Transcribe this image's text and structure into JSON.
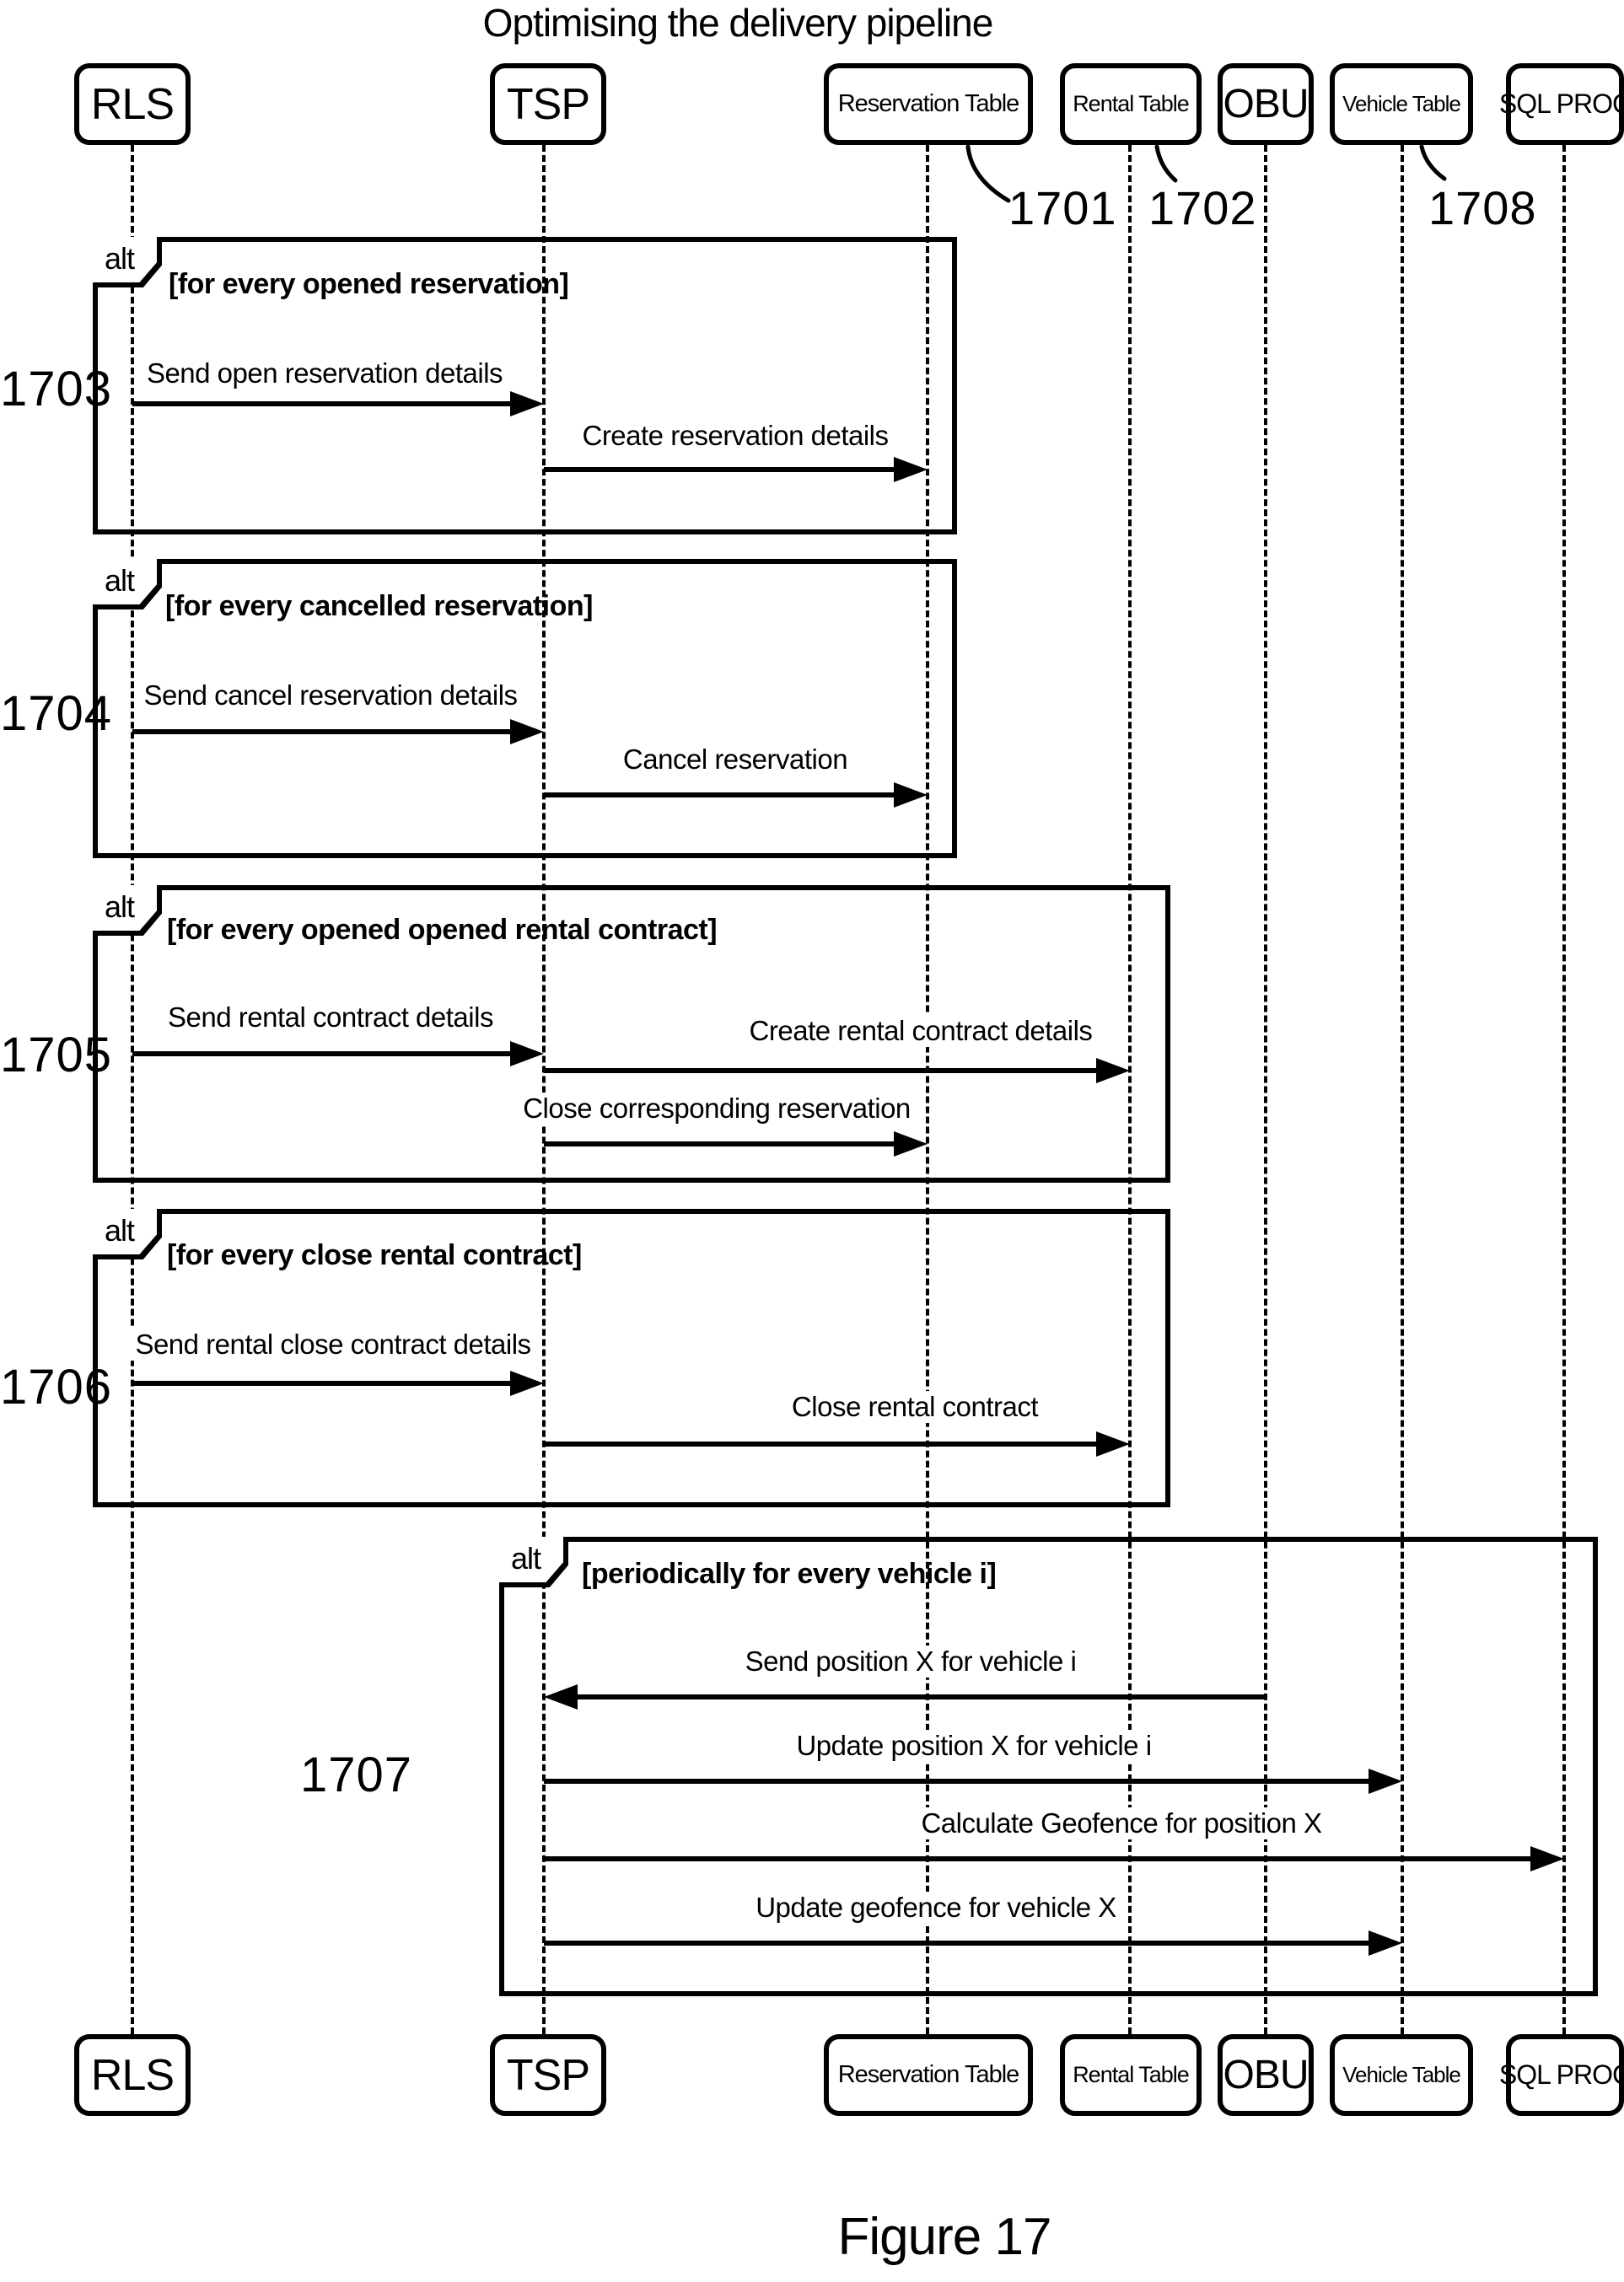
{
  "title": "Optimising the delivery pipeline",
  "figure_caption": "Figure 17",
  "colors": {
    "ink": "#000000",
    "background": "#ffffff"
  },
  "actors": [
    {
      "id": "rls",
      "label": "RLS"
    },
    {
      "id": "tsp",
      "label": "TSP"
    },
    {
      "id": "reservation-table",
      "label": "Reservation Table"
    },
    {
      "id": "rental-table",
      "label": "Rental Table"
    },
    {
      "id": "obu",
      "label": "OBU"
    },
    {
      "id": "vehicle-table",
      "label": "Vehicle Table"
    },
    {
      "id": "sql-proc",
      "label": "SQL PROC"
    }
  ],
  "callouts": [
    {
      "label": "1701",
      "points_to": "Reservation Table"
    },
    {
      "label": "1702",
      "points_to": "Rental Table"
    },
    {
      "label": "1708",
      "points_to": "Vehicle Table"
    }
  ],
  "frames": [
    {
      "ref": "1703",
      "operator": "alt",
      "guard": "[for every opened reservation]",
      "messages": [
        {
          "text": "Send open reservation details",
          "from": "RLS",
          "to": "TSP"
        },
        {
          "text": "Create reservation details",
          "from": "TSP",
          "to": "Reservation Table"
        }
      ]
    },
    {
      "ref": "1704",
      "operator": "alt",
      "guard": "[for every cancelled reservation]",
      "messages": [
        {
          "text": "Send cancel reservation details",
          "from": "RLS",
          "to": "TSP"
        },
        {
          "text": "Cancel reservation",
          "from": "TSP",
          "to": "Reservation Table"
        }
      ]
    },
    {
      "ref": "1705",
      "operator": "alt",
      "guard": "[for every opened opened rental contract]",
      "messages": [
        {
          "text": "Send rental contract details",
          "from": "RLS",
          "to": "TSP"
        },
        {
          "text": "Create rental contract details",
          "from": "TSP",
          "to": "Rental Table"
        },
        {
          "text": "Close corresponding reservation",
          "from": "TSP",
          "to": "Reservation Table"
        }
      ]
    },
    {
      "ref": "1706",
      "operator": "alt",
      "guard": "[for every close rental contract]",
      "messages": [
        {
          "text": "Send rental close contract details",
          "from": "RLS",
          "to": "TSP"
        },
        {
          "text": "Close rental contract",
          "from": "TSP",
          "to": "Rental Table"
        }
      ]
    },
    {
      "ref": "1707",
      "operator": "alt",
      "guard": "[periodically for every vehicle i]",
      "messages": [
        {
          "text": "Send position X for vehicle i",
          "from": "OBU",
          "to": "TSP"
        },
        {
          "text": "Update position X for vehicle i",
          "from": "TSP",
          "to": "Vehicle Table"
        },
        {
          "text": "Calculate Geofence for position X",
          "from": "TSP",
          "to": "SQL PROC"
        },
        {
          "text": "Update geofence for vehicle X",
          "from": "TSP",
          "to": "Vehicle Table"
        }
      ]
    }
  ]
}
